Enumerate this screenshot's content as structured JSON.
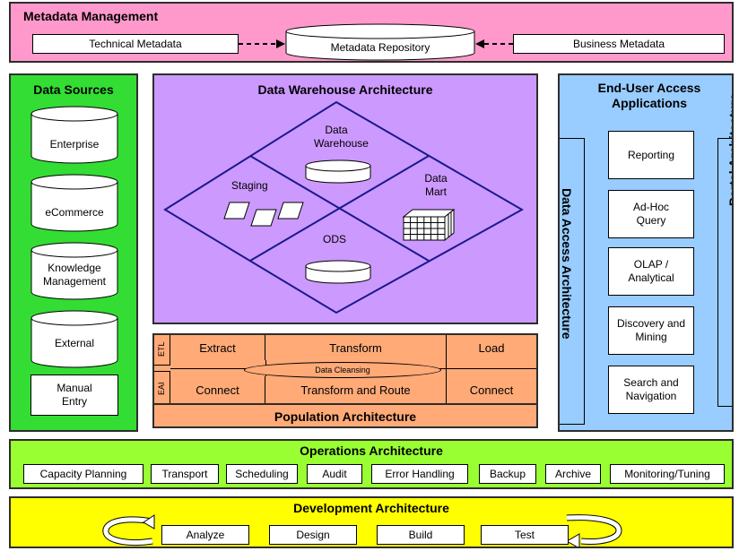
{
  "metadata": {
    "title": "Metadata Management",
    "technical": "Technical Metadata",
    "repository": "Metadata Repository",
    "business": "Business Metadata"
  },
  "sources": {
    "title": "Data Sources",
    "items": [
      "Enterprise",
      "eCommerce",
      "Knowledge Management",
      "External"
    ],
    "manual": "Manual Entry"
  },
  "dwa": {
    "title": "Data Warehouse Architecture",
    "warehouse": "Data Warehouse",
    "staging": "Staging",
    "mart": "Data Mart",
    "ods": "ODS"
  },
  "population": {
    "etl": "ETL",
    "eai": "EAI",
    "extract": "Extract",
    "transform": "Transform",
    "load": "Load",
    "cleansing": "Data Cleansing",
    "connect1": "Connect",
    "route": "Transform and Route",
    "connect2": "Connect",
    "title": "Population Architecture"
  },
  "enduser": {
    "title": "End-User Access Applications",
    "data_access": "Data Access Architecture",
    "portal": "Portal Architecture",
    "apps": [
      "Reporting",
      "Ad-Hoc Query",
      "OLAP / Analytical",
      "Discovery and Mining",
      "Search and Navigation"
    ]
  },
  "operations": {
    "title": "Operations Architecture",
    "items": [
      "Capacity Planning",
      "Transport",
      "Scheduling",
      "Audit",
      "Error Handling",
      "Backup",
      "Archive",
      "Monitoring/Tuning"
    ]
  },
  "development": {
    "title": "Development Architecture",
    "items": [
      "Analyze",
      "Design",
      "Build",
      "Test"
    ]
  },
  "colors": {
    "metadata": "#ff99cc",
    "sources": "#33dd33",
    "warehouse": "#cc99ff",
    "population": "#ffaa77",
    "enduser": "#99ccff",
    "operations": "#99ff33",
    "development": "#ffff00"
  }
}
